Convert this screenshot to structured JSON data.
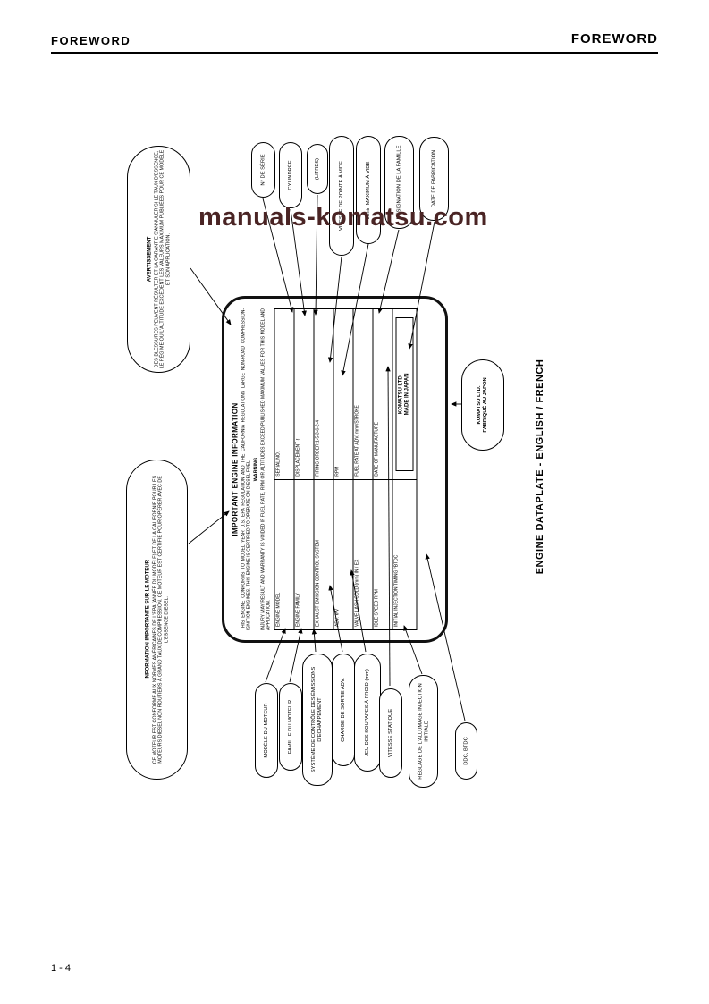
{
  "page": {
    "header_left": "FOREWORD",
    "header_right": "FOREWORD",
    "footer": "1 - 4",
    "watermark": "manuals-komatsu.com",
    "caption": "ENGINE DATAPLATE - ENGLISH / FRENCH"
  },
  "plate": {
    "title": "IMPORTANT ENGINE INFORMATION",
    "para_conformity": "THIS ENGINE CONFORMS TO MODEL YEAR U.S. EPA REGULATION AND THE CALIFORNIA REGULATIONS LARGE NON-ROAD COMPRESSION-IGNITION ENGINES. THIS ENGINE IS CERTIFIED TO OPERATE ON DIESEL FUEL.",
    "warning": "WARNING",
    "para_warning": "INJURY MAY RESULT AND WARRANTY IS VOIDED IF FUEL RATE, RPM OR ALTITUDES EXCEED PUBLISHED MAXIMUM VALUES FOR THIS MODEL AND APPLICATION.",
    "maker1": "KOMATSU LTD.",
    "maker2": "MADE IN JAPAN",
    "table": [
      {
        "l": "ENGINE MODEL",
        "r": "SERIAL NO."
      },
      {
        "l": "ENGINE FAMILY",
        "r": "DISPLACEMENT ℓ"
      },
      {
        "l": "EXHAUST EMISSION CONTROL SYSTEM",
        "r": "FIRING ORDER 1-5-3-6-2-4"
      },
      {
        "l": "ADV. kW",
        "r": "RPM"
      },
      {
        "l": "VALVE LASH COLD (mm)  IN / EX",
        "r": "FUEL RATE AT ADV. mm³/STROKE"
      },
      {
        "l": "IDLE SPEED  RPM",
        "r": "DATE OF MANUFACTURE"
      },
      {
        "l": "INITIAL INJECTION TIMING  °BTDC",
        "r": ""
      }
    ]
  },
  "callouts": {
    "warning_fr": {
      "title": "AVERTISSEMENT",
      "body": "DES BLESSURES PEUVENT RÉSULTER ET LA GARANTIE S'ANNULER SI LE TAUX D'ESSENCE, LE RÉGIME OU L'ALTITUDE EXCÈDENT LES VALEURS MAXIMUM PUBLIÉES POUR CE MODÈLE ET SON APPLICATION."
    },
    "info_fr": {
      "title": "INFORMATION IMPORTANTE SUR LE MOTEUR",
      "body": "CE MOTEUR EST CONFORME AUX NORMES AMÉRICAINES DE L'EPA (ANNÉE DU MODÈLE) ET DE LA CALIFORNIE POUR LES MOTEURS DIESEL NON ROUTIERS À GRAND TAUX DE COMPRESSION. CE MOTEUR EST CERTIFIÉ POUR OPÉRER AVEC DE L'ESSENCE DIESEL."
    },
    "top": [
      {
        "label": "N° DE SÉRIE"
      },
      {
        "label": "CYLINDRÉE"
      },
      {
        "label": "(LITRES)"
      },
      {
        "label": "VITESSE DE POINTE À VIDE"
      },
      {
        "label": "tr/min MAXIMUM À VIDE"
      },
      {
        "label": "DÉSIGNATION DE LA FAMILLE"
      },
      {
        "label": "DATE DE FABRICATION"
      }
    ],
    "right": {
      "line1": "KOMATSU LTD.",
      "line2": "FABRIQUÉ AU JAPON"
    },
    "bottom": [
      {
        "label": "MODÈLE DU MOTEUR"
      },
      {
        "label": "FAMILLE DU MOTEUR"
      },
      {
        "label": "SYSTÈME DE CONTRÔLE DES ÉMISSIONS D'ÉCHAPPEMENT"
      },
      {
        "label": "CHARGE DE SORTIE ADV."
      },
      {
        "label": "JEU DES SOUPAPES À FROID (mm)"
      },
      {
        "label": "VITESSE STATIQUE"
      },
      {
        "label": "RÉGLAGE DE L'ALLUMAGE INJECTION INITIALE"
      },
      {
        "label": "DDC, BTDC"
      }
    ]
  }
}
